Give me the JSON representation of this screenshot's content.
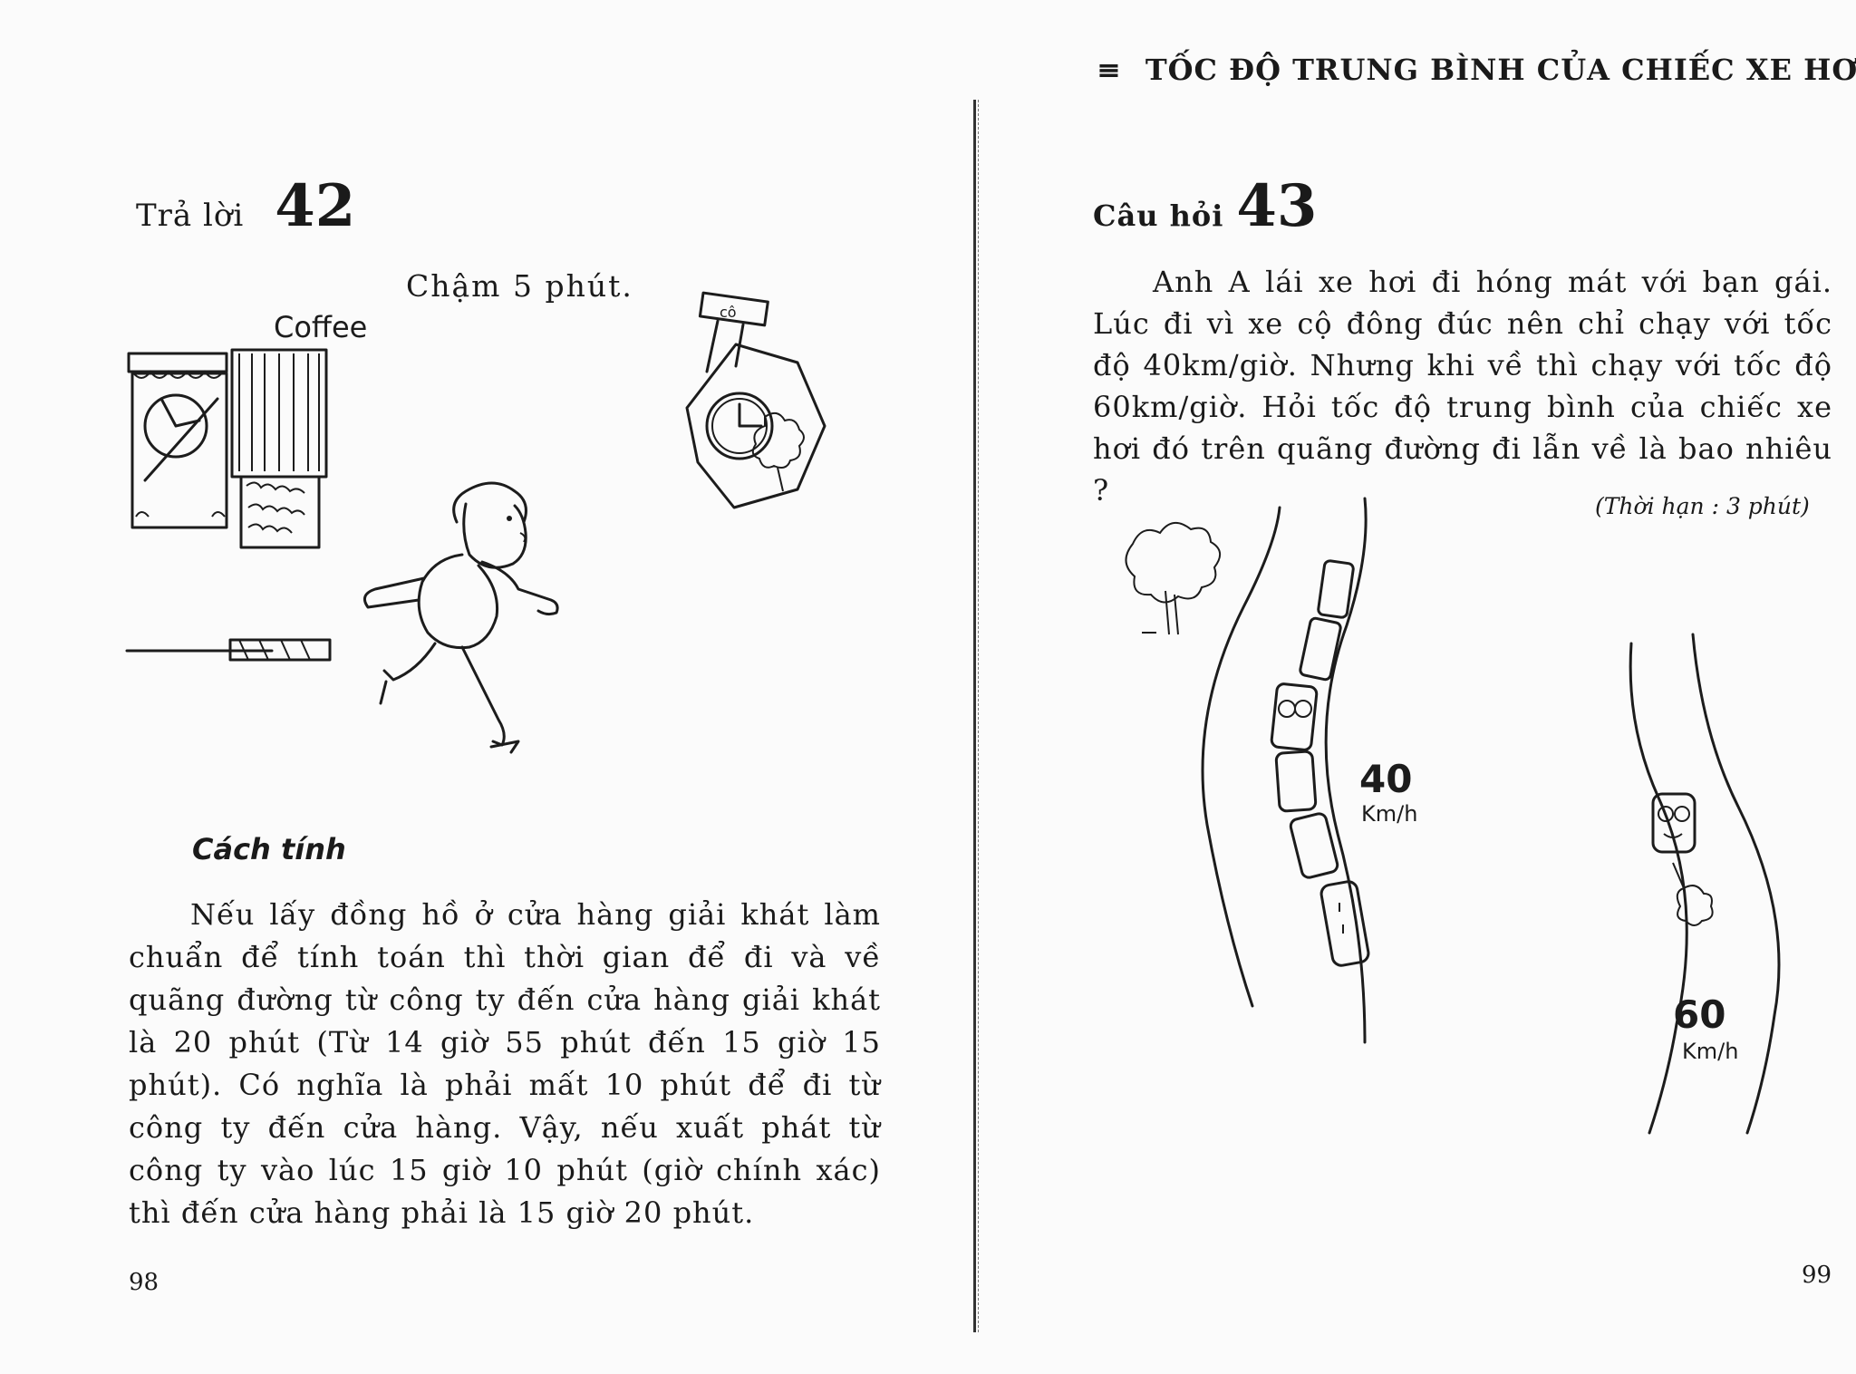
{
  "left_page": {
    "answer_label": "Trả lời",
    "answer_number": "42",
    "answer_text": "Chậm 5 phút.",
    "illustration": {
      "sign_label": "Coffee",
      "clock_sign": "cô"
    },
    "method_heading": "Cách tính",
    "method_body": "Nếu lấy đồng hồ ở cửa hàng giải khát làm chuẩn để tính toán thì thời gian để đi và về quãng đường từ công ty đến cửa hàng giải khát là 20 phút (Từ 14 giờ 55 phút đến 15 giờ 15 phút). Có nghĩa là phải mất 10 phút để đi từ công ty đến cửa hàng. Vậy, nếu xuất phát từ công ty vào lúc 15 giờ 10 phút (giờ chính xác) thì đến cửa hàng phải là 15 giờ 20 phút.",
    "page_number": "98"
  },
  "right_page": {
    "running_head_mark": "≡",
    "running_head": "TỐC ĐỘ TRUNG BÌNH CỦA CHIẾC XE HƠI",
    "question_label": "Câu hỏi",
    "question_number": "43",
    "question_body": "Anh A lái xe hơi đi hóng mát với bạn gái. Lúc đi vì xe cộ đông đúc nên chỉ chạy với tốc độ 40km/giờ. Nhưng khi về thì chạy với tốc độ 60km/giờ. Hỏi tốc độ trung bình của chiếc xe hơi đó trên quãng đường đi lẫn về là bao nhiêu ?",
    "time_limit": "(Thời hạn : 3 phút)",
    "illustration": {
      "speed_left_value": "40",
      "speed_left_unit": "Km/h",
      "speed_right_value": "60",
      "speed_right_unit": "Km/h"
    },
    "page_number": "99"
  }
}
